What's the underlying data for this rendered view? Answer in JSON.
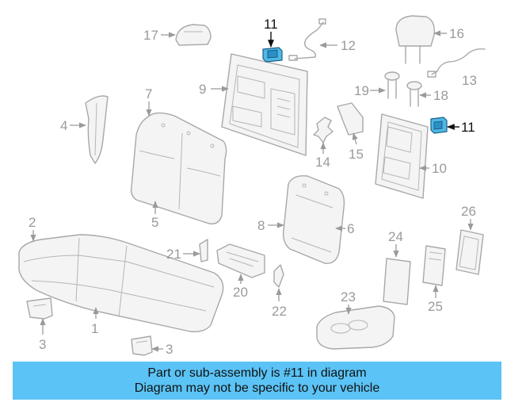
{
  "diagram": {
    "highlighted_part": "11",
    "highlight_color": "#4fb8e6",
    "callouts": [
      "1",
      "2",
      "3",
      "3",
      "4",
      "5",
      "6",
      "7",
      "8",
      "9",
      "10",
      "11",
      "11",
      "12",
      "13",
      "14",
      "15",
      "16",
      "17",
      "18",
      "19",
      "20",
      "21",
      "22",
      "23",
      "24",
      "25",
      "26"
    ]
  },
  "banner": {
    "line1": "Part or sub-assembly is #11 in diagram",
    "line2": "Diagram may not be specific to your vehicle",
    "background": "#5bc3f5"
  }
}
